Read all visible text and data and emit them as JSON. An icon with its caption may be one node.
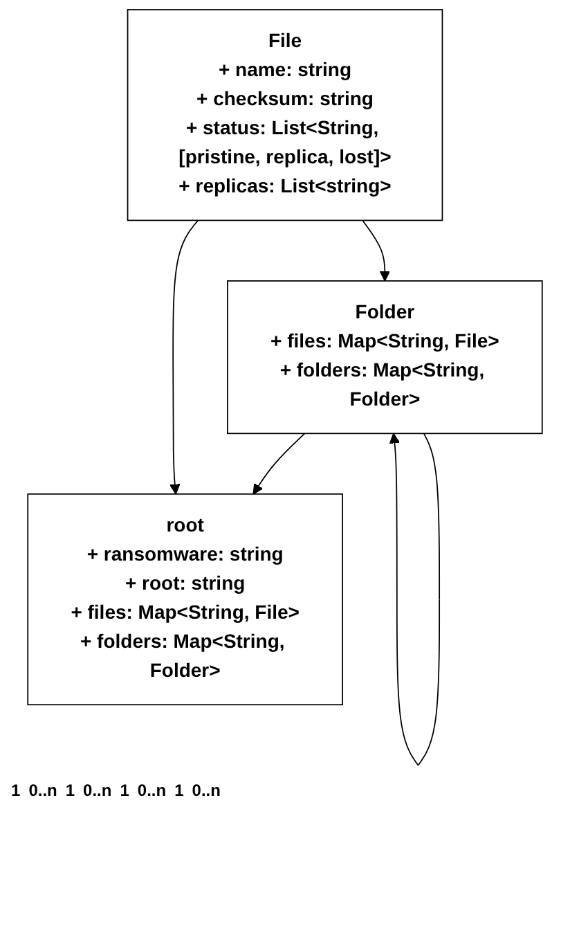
{
  "diagram": {
    "nodes": [
      {
        "text": [
          "root",
          "+ ransomware: string",
          "+ root: string",
          "+ files: Map<String, File>",
          "+ folders: Map<String, Folder>"
        ]
      },
      {
        "text": [
          "Folder",
          "+ files: Map<String, File>",
          "+ folders: Map<String, Folder>"
        ]
      },
      {
        "text": [
          "File",
          "+ name: string",
          "+ checksum: string",
          "+ status: List<String, [pristine, replica, lost]>",
          "+ replicas: List<string>"
        ]
      }
    ],
    "edges": [
      {
        "from": 1,
        "to": 0,
        "arrow": "to"
      },
      {
        "from": 1,
        "to": 1,
        "arrow": "to"
      },
      {
        "from": 2,
        "to": 1,
        "arrow": "to"
      },
      {
        "from": 2,
        "to": 0,
        "arrow": "to"
      }
    ],
    "labels": [
      "1",
      "0..n",
      "1",
      "0..n",
      "1",
      "0..n",
      "1",
      "0..n"
    ]
  }
}
